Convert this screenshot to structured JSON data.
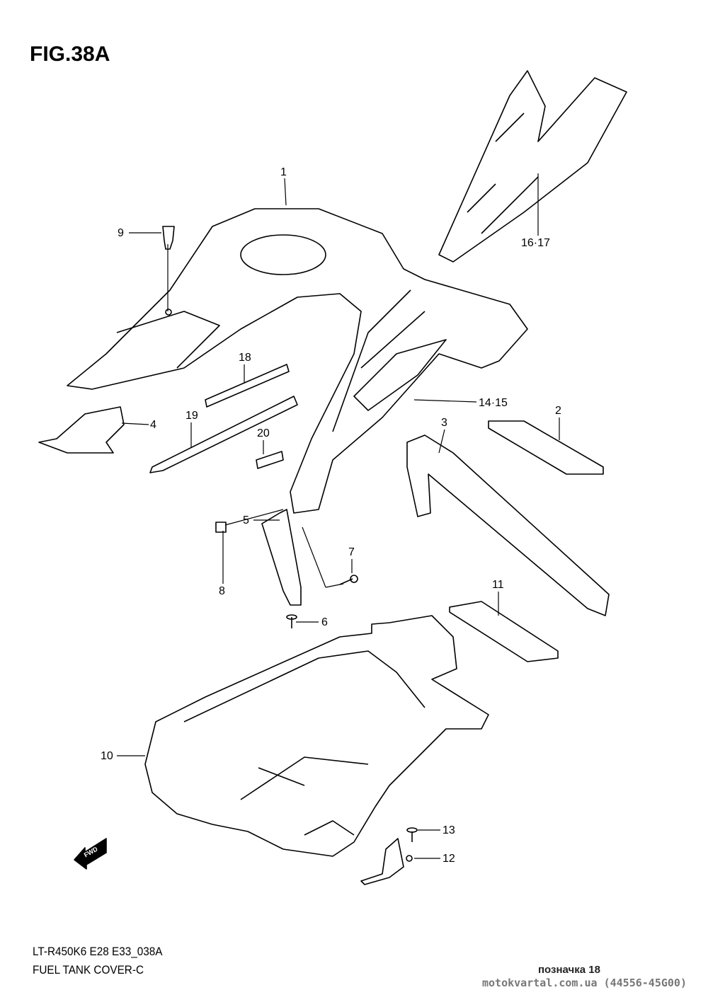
{
  "figure": {
    "title": "FIG.38A"
  },
  "callouts": [
    {
      "id": "1",
      "label": "1"
    },
    {
      "id": "2",
      "label": "2"
    },
    {
      "id": "3",
      "label": "3"
    },
    {
      "id": "4",
      "label": "4"
    },
    {
      "id": "5",
      "label": "5"
    },
    {
      "id": "6",
      "label": "6"
    },
    {
      "id": "7",
      "label": "7"
    },
    {
      "id": "8",
      "label": "8"
    },
    {
      "id": "9",
      "label": "9"
    },
    {
      "id": "10",
      "label": "10"
    },
    {
      "id": "11",
      "label": "11"
    },
    {
      "id": "12",
      "label": "12"
    },
    {
      "id": "13",
      "label": "13"
    },
    {
      "id": "14-15",
      "label": "14·15"
    },
    {
      "id": "16-17",
      "label": "16·17"
    },
    {
      "id": "18",
      "label": "18"
    },
    {
      "id": "19",
      "label": "19"
    },
    {
      "id": "20",
      "label": "20"
    }
  ],
  "fwd_arrow": {
    "label": "FWD"
  },
  "footer": {
    "model_code": "LT-R450K6 E28 E33_038A",
    "section_name": "FUEL TANK COVER-C",
    "reference": "позначка 18",
    "source": "motokvartal.com.ua (44556-45G00)"
  }
}
